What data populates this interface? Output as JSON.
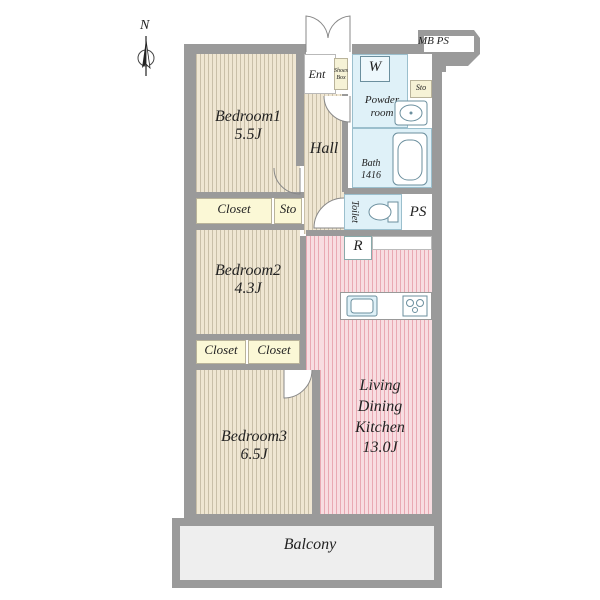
{
  "compass": {
    "north_label": "N"
  },
  "rooms": {
    "bedroom1": {
      "name": "Bedroom1",
      "size": "5.5J"
    },
    "bedroom2": {
      "name": "Bedroom2",
      "size": "4.3J"
    },
    "bedroom3": {
      "name": "Bedroom3",
      "size": "6.5J"
    },
    "ldk": {
      "line1": "Living",
      "line2": "Dining",
      "line3": "Kitchen",
      "size": "13.0J"
    },
    "hall": "Hall",
    "entrance": "Ent",
    "shoes_box": "Shoes Box",
    "washer": "W",
    "powder_room_1": "Powder",
    "powder_room_2": "room",
    "sto_small": "Sto",
    "bath_1": "Bath",
    "bath_2": "1416",
    "toilet": "Toilet",
    "ps": "PS",
    "mbps": "MB PS",
    "refrigerator": "R",
    "closet_1": "Closet",
    "sto_1": "Sto",
    "closet_2": "Closet",
    "closet_3": "Closet",
    "balcony": "Balcony"
  },
  "colors": {
    "wall": "#9a9a9a",
    "wood_floor": "#efe6d2",
    "ldk_floor": "#f8dde1",
    "closet": "#fbf8d6",
    "wet_area": "#dff1f8"
  }
}
